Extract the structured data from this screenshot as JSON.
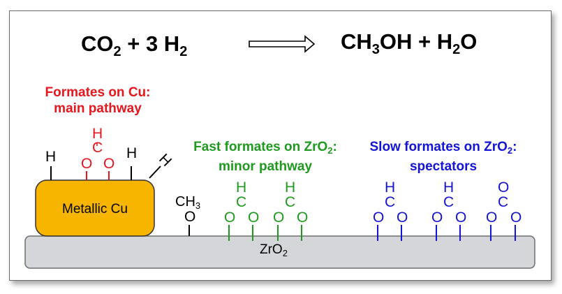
{
  "equation": {
    "reactants": {
      "co": "CO",
      "co_sub": "2",
      "plus_h": " + 3 H",
      "h_sub": "2"
    },
    "products": {
      "ch": "CH",
      "ch_sub": "3",
      "oh": "OH + H",
      "h_sub": "2",
      "o": "O"
    }
  },
  "labels": {
    "cu_formates_line1": "Formates on Cu:",
    "cu_formates_line2": "main pathway",
    "fast_line1_a": "Fast formates on ZrO",
    "fast_line1_sub": "2",
    "fast_line1_b": ":",
    "fast_line2": "minor pathway",
    "slow_line1_a": "Slow formates on ZrO",
    "slow_line1_sub": "2",
    "slow_line1_b": ":",
    "slow_line2": "spectators"
  },
  "surfaces": {
    "metal_label": "Metallic Cu",
    "support_label": "ZrO",
    "support_sub": "2"
  },
  "atoms": {
    "H": "H",
    "C": "C",
    "O": "O",
    "CH": "CH",
    "ch_sub": "3"
  },
  "colors": {
    "red": "#e8161c",
    "green": "#1f9a1f",
    "blue": "#1414d6",
    "black": "#000000",
    "copper_fill": "#f7b500",
    "support_fill": "#d4d6d9",
    "support_stroke": "#6f6f6f"
  }
}
